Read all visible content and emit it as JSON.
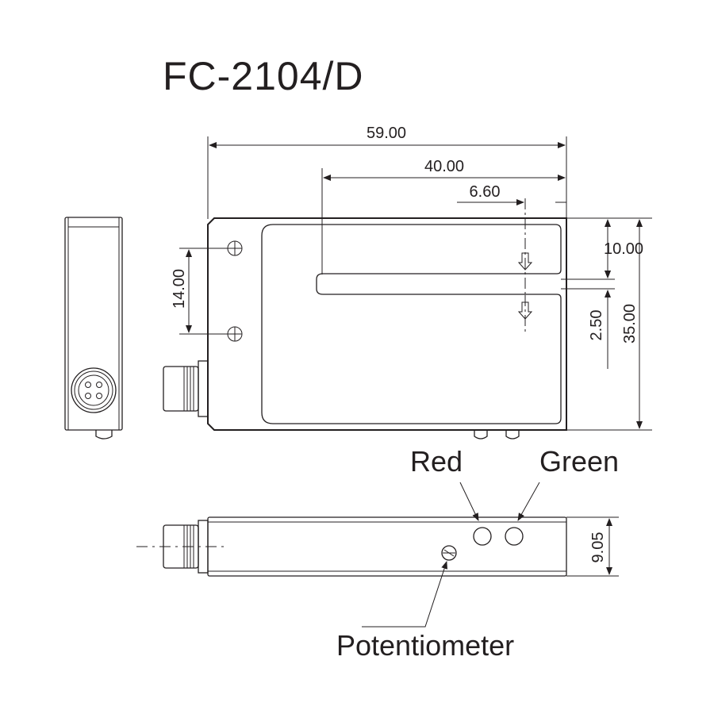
{
  "title": "FC-2104/D",
  "dimensions": {
    "overall_width": "59.00",
    "slot_depth": "40.00",
    "slot_offset": "6.60",
    "slot_top": "10.00",
    "slot_width": "2.50",
    "height": "35.00",
    "hole_spacing": "14.00",
    "thickness": "9.05"
  },
  "labels": {
    "red": "Red",
    "green": "Green",
    "potentiometer": "Potentiometer"
  },
  "colors": {
    "line": "#231f20",
    "background": "#ffffff"
  }
}
